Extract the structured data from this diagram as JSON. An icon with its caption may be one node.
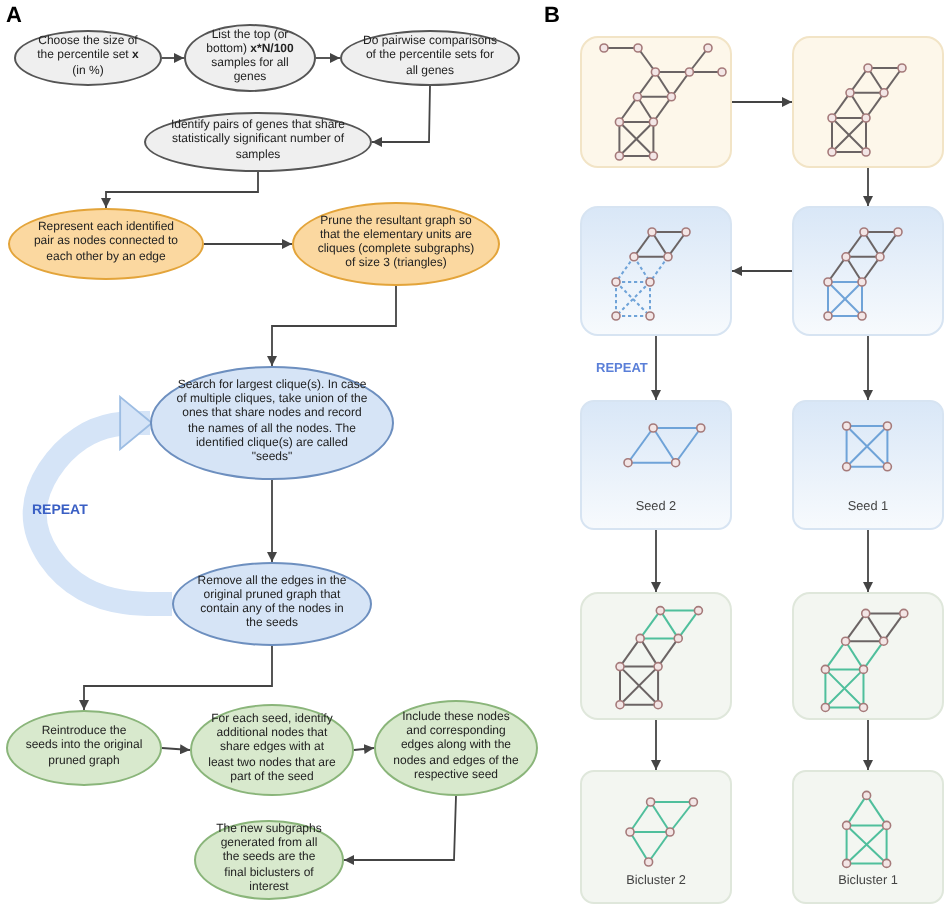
{
  "diagram": {
    "nodes": [
      {
        "text": [
          "Choose the size of the percentile set **x** (in %)"
        ]
      },
      {
        "text": [
          "List the top (or bottom) **x*N/100** samples for all genes"
        ]
      },
      {
        "text": [
          "Do pairwise comparisons of the percentile sets for all genes"
        ]
      },
      {
        "text": [
          "Identify pairs of genes that share statistically significant number of samples"
        ]
      },
      {
        "text": [
          "Represent each identified pair as nodes connected to each other by an edge"
        ]
      },
      {
        "text": [
          "Prune the resultant graph so that the elementary units are cliques (complete subgraphs) of size 3 (triangles)"
        ]
      },
      {
        "text": [
          "Search for largest clique(s). In case of multiple cliques, take union of the ones that share nodes and record the names of all the nodes. The identified clique(s) are called \"seeds\""
        ]
      },
      {
        "text": [
          "Remove all the edges in the original pruned graph that contain any of the nodes in the seeds"
        ]
      },
      {
        "text": [
          "Reintroduce the seeds into the original pruned graph"
        ]
      },
      {
        "text": [
          "For each seed, identify additional nodes that share edges with at least two nodes that are part of the seed"
        ]
      },
      {
        "text": [
          "Include these nodes and corresponding edges along with the nodes and edges of the respective seed"
        ]
      },
      {
        "text": [
          "The new subgraphs generated from all the seeds are the final biclusters of interest"
        ]
      },
      {
        "text": [],
        "shape": "box"
      },
      {
        "text": [],
        "shape": "box"
      },
      {
        "text": [],
        "shape": "box"
      },
      {
        "text": [],
        "shape": "box"
      },
      {
        "text": [
          "Seed 2"
        ]
      },
      {
        "text": [
          "Seed 1"
        ]
      },
      {
        "text": [],
        "shape": "box"
      },
      {
        "text": [],
        "shape": "box"
      },
      {
        "text": [
          "Bicluster 2"
        ]
      },
      {
        "text": [
          "Bicluster 1"
        ]
      }
    ],
    "edges": [
      {
        "from": 0,
        "to": 1,
        "arrow": "to"
      },
      {
        "from": 1,
        "to": 2,
        "arrow": "to"
      },
      {
        "from": 2,
        "to": 3,
        "arrow": "to"
      },
      {
        "from": 3,
        "to": 4,
        "arrow": "to"
      },
      {
        "from": 4,
        "to": 5,
        "arrow": "to"
      },
      {
        "from": 5,
        "to": 6,
        "arrow": "to"
      },
      {
        "from": 6,
        "to": 7,
        "arrow": "to"
      },
      {
        "from": 7,
        "to": 6,
        "arrow": "to",
        "style": "thick",
        "color": "#d5e4f7"
      },
      {
        "from": 7,
        "to": 8,
        "arrow": "to"
      },
      {
        "from": 8,
        "to": 9,
        "arrow": "to"
      },
      {
        "from": 9,
        "to": 10,
        "arrow": "to"
      },
      {
        "from": 10,
        "to": 11,
        "arrow": "to"
      },
      {
        "from": 12,
        "to": 13,
        "arrow": "to"
      },
      {
        "from": 13,
        "to": 15,
        "arrow": "to"
      },
      {
        "from": 15,
        "to": 14,
        "arrow": "to"
      },
      {
        "from": 14,
        "to": 16,
        "arrow": "to"
      },
      {
        "from": 15,
        "to": 17,
        "arrow": "to"
      },
      {
        "from": 16,
        "to": 18,
        "arrow": "to"
      },
      {
        "from": 17,
        "to": 19,
        "arrow": "to"
      },
      {
        "from": 18,
        "to": 20,
        "arrow": "to"
      },
      {
        "from": 19,
        "to": 21,
        "arrow": "to"
      }
    ],
    "labels": [
      "A",
      "B",
      "REPEAT",
      "REPEAT"
    ]
  }
}
